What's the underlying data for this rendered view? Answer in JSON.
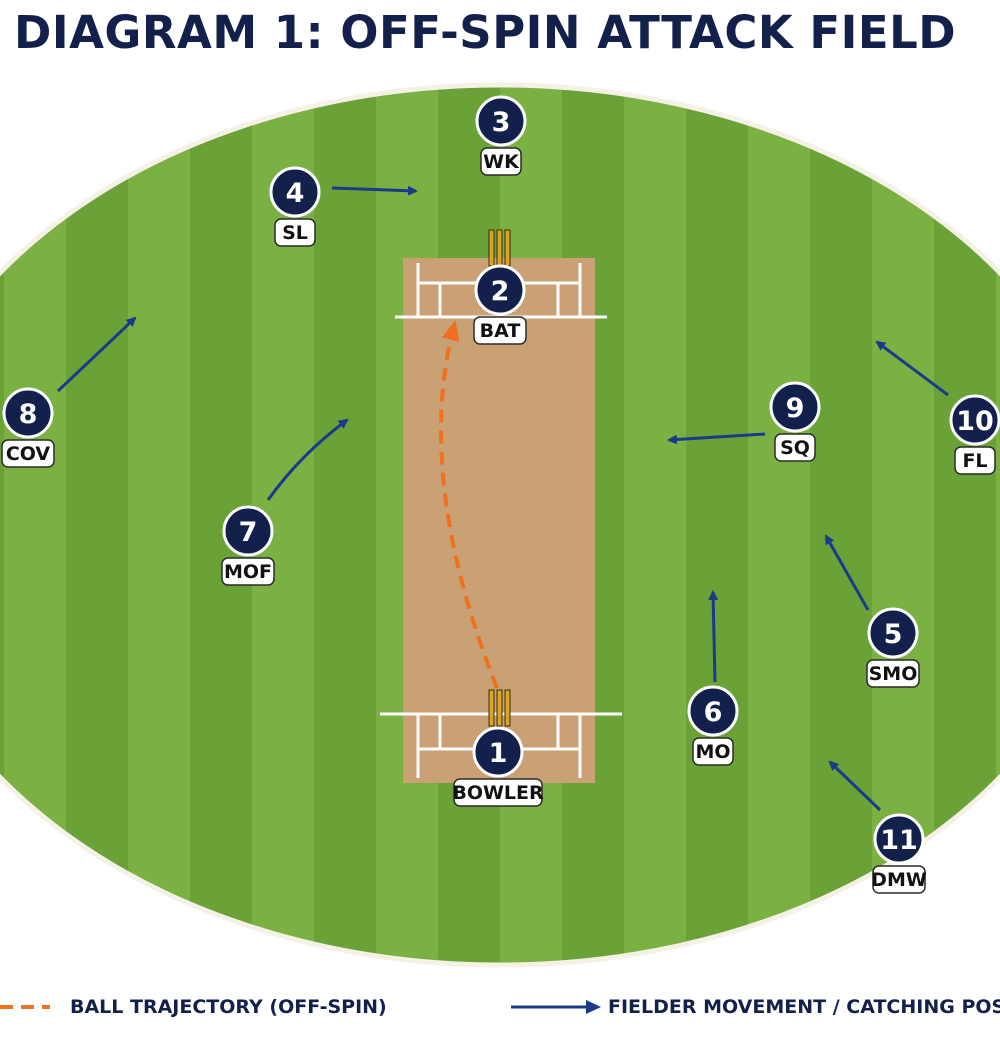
{
  "title": "DIAGRAM 1: OFF-SPIN ATTACK FIELD",
  "colors": {
    "grass_light": "#7bb043",
    "grass_dark": "#6aa238",
    "pitch": "#c9a174",
    "marker_fill": "#13204b",
    "movement_arrow": "#1a3a8a",
    "trajectory": "#f07020"
  },
  "players": [
    {
      "number": "1",
      "tag": "BOWLER"
    },
    {
      "number": "2",
      "tag": "BAT"
    },
    {
      "number": "3",
      "tag": "WK"
    },
    {
      "number": "4",
      "tag": "SL"
    },
    {
      "number": "5",
      "tag": "SMO"
    },
    {
      "number": "6",
      "tag": "MO"
    },
    {
      "number": "7",
      "tag": "MOF"
    },
    {
      "number": "8",
      "tag": "COV"
    },
    {
      "number": "9",
      "tag": "SQ"
    },
    {
      "number": "10",
      "tag": "FL"
    },
    {
      "number": "11",
      "tag": "DMW"
    }
  ],
  "legend": {
    "trajectory_label": "BALL TRAJECTORY (OFF-SPIN)",
    "movement_label": "FIELDER MOVEMENT / CATCHING POSIT"
  }
}
